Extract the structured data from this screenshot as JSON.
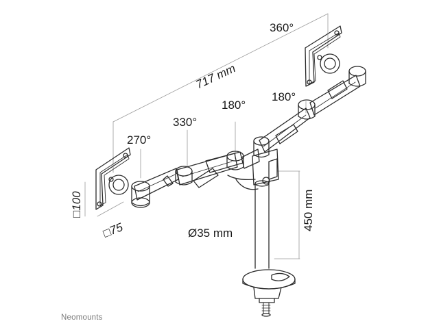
{
  "diagram": {
    "labels": {
      "rot_right_monitor": "360°",
      "width_total": "717 mm",
      "rot_right_arm": "180°",
      "rot_center_arm": "180°",
      "rot_mid_joint": "330°",
      "rot_left_joint": "270°",
      "vesa_vertical": "□100",
      "vesa_horizontal": "□75",
      "pole_diameter": "Ø35 mm",
      "pole_height": "450 mm"
    },
    "brand": "Neomounts"
  }
}
